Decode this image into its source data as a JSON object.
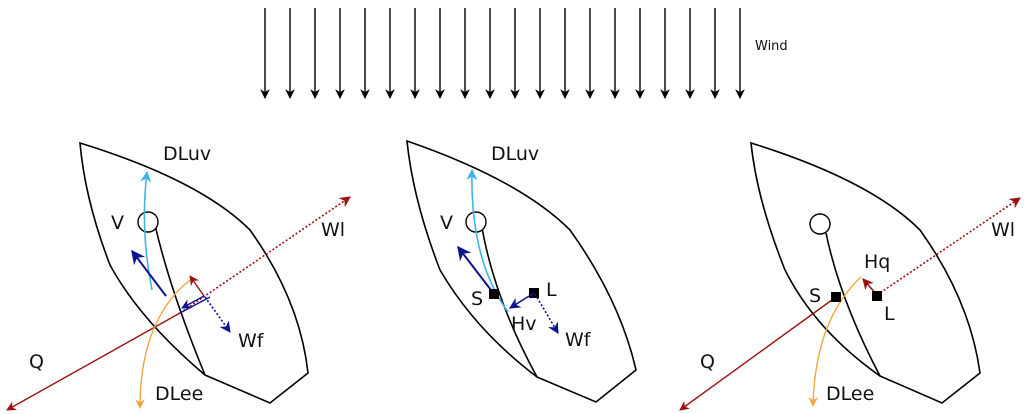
{
  "title": "Sailing forces diagram",
  "wind": {
    "label": "Wind",
    "arrow_count": 20,
    "color": "#000000"
  },
  "colors": {
    "dluv": "#3fb5e6",
    "dlee": "#f0a640",
    "q_wl": "#a01010",
    "wf_hv": "#0d128f",
    "hull": "#000000"
  },
  "panels": [
    {
      "id": "panel-1",
      "labels": {
        "dluv": "DLuv",
        "v": "V",
        "wl": "Wl",
        "wf": "Wf",
        "q": "Q",
        "dlee": "DLee"
      }
    },
    {
      "id": "panel-2",
      "labels": {
        "dluv": "DLuv",
        "v": "V",
        "s": "S",
        "l": "L",
        "hv": "Hv",
        "wf": "Wf"
      }
    },
    {
      "id": "panel-3",
      "labels": {
        "wl": "Wl",
        "hq": "Hq",
        "s": "S",
        "l": "L",
        "q": "Q",
        "dlee": "DLee"
      }
    }
  ]
}
